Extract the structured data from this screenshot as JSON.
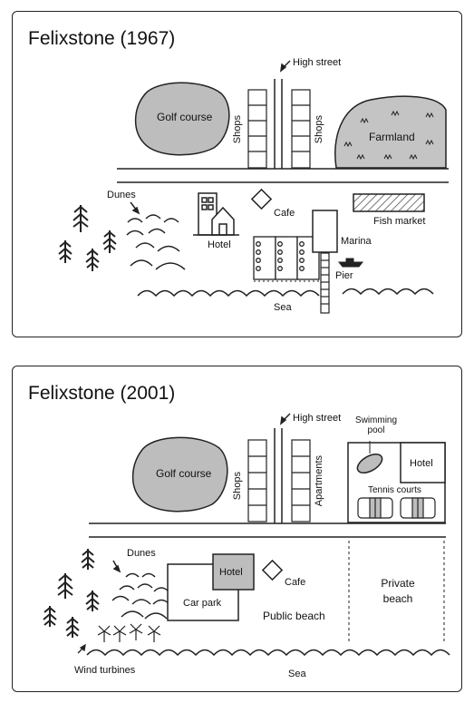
{
  "maps": [
    {
      "title": "Felixstone (1967)",
      "labels": {
        "high_street": "High street",
        "golf_course": "Golf course",
        "shops_left": "Shops",
        "shops_right": "Shops",
        "farmland": "Farmland",
        "dunes": "Dunes",
        "hotel": "Hotel",
        "cafe": "Cafe",
        "fish_market": "Fish market",
        "marina": "Marina",
        "pier": "Pier",
        "sea": "Sea"
      }
    },
    {
      "title": "Felixstone (2001)",
      "labels": {
        "high_street": "High street",
        "swimming_pool": "Swimming\npool",
        "golf_course": "Golf course",
        "shops": "Shops",
        "apartments": "Apartments",
        "hotel_right": "Hotel",
        "tennis_courts": "Tennis courts",
        "dunes": "Dunes",
        "hotel": "Hotel",
        "cafe": "Cafe",
        "car_park": "Car park",
        "public_beach": "Public beach",
        "private_beach": "Private\nbeach",
        "wind_turbines": "Wind turbines",
        "sea": "Sea"
      }
    }
  ],
  "colors": {
    "outline": "#222222",
    "golf_fill": "#bdbdbd",
    "farmland_fill": "#c4c4c4",
    "hotel_fill_2001": "#bdbdbd",
    "fish_market_hatch": "#777777"
  }
}
